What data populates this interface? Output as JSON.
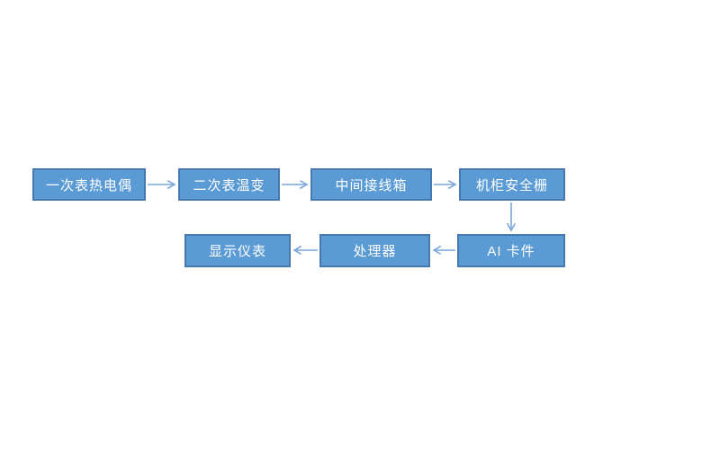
{
  "diagram": {
    "nodes": [
      {
        "id": "primary-thermocouple",
        "label": "一次表热电偶"
      },
      {
        "id": "secondary-transmitter",
        "label": "二次表温变"
      },
      {
        "id": "junction-box",
        "label": "中间接线箱"
      },
      {
        "id": "safety-barrier",
        "label": "机柜安全栅"
      },
      {
        "id": "ai-card",
        "label": "AI 卡件"
      },
      {
        "id": "processor",
        "label": "处理器"
      },
      {
        "id": "display-instrument",
        "label": "显示仪表"
      }
    ],
    "edges": [
      {
        "from": "primary-thermocouple",
        "to": "secondary-transmitter",
        "direction": "right"
      },
      {
        "from": "secondary-transmitter",
        "to": "junction-box",
        "direction": "right"
      },
      {
        "from": "junction-box",
        "to": "safety-barrier",
        "direction": "right"
      },
      {
        "from": "safety-barrier",
        "to": "ai-card",
        "direction": "down"
      },
      {
        "from": "ai-card",
        "to": "processor",
        "direction": "left"
      },
      {
        "from": "processor",
        "to": "display-instrument",
        "direction": "left"
      }
    ]
  },
  "colors": {
    "box-fill": "#5B9BD5",
    "box-border": "#4779B0",
    "arrow": "#7AA7DC",
    "text": "#FFFFFF",
    "background": "#FFFFFF"
  }
}
